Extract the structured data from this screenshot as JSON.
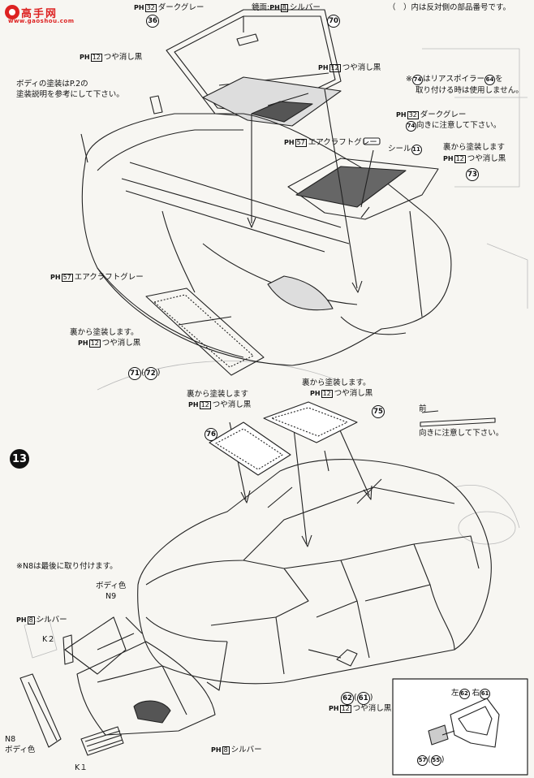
{
  "watermark": {
    "text": "高手网",
    "sub": "www.gaoshou.com"
  },
  "header_note": "（　）内は反対側の部品番号です。",
  "step_number": "13",
  "ph_prefix": "PH",
  "callouts": {
    "dark_gray_36": {
      "num": "36",
      "color_code": "32",
      "color_name": "ダークグレー"
    },
    "mirror_silver": {
      "prefix": "鏡面:",
      "color_code": "8",
      "color_name": "シルバー"
    },
    "part_70": "70",
    "matte_black_a": {
      "color_code": "12",
      "color_name": "つや消し黒"
    },
    "matte_black_b": {
      "color_code": "12",
      "color_name": "つや消し黒"
    },
    "paint_note": [
      "ボディの塗装はP.2の",
      "塗装説明を参考にして下さい。"
    ],
    "spoiler_note": {
      "prefix": "※",
      "part_a": "74",
      "mid": "はリアスポイラー",
      "part_b": "64",
      "suffix": "を",
      "line2": "取り付ける時は使用しません。"
    },
    "dark_gray_74": {
      "color_code": "32",
      "color_name": "ダークグレー",
      "num": "74",
      "line2": "向きに注意して下さい。"
    },
    "aircraft_gray_a": {
      "color_code": "57",
      "color_name": "エアクラフトグレー"
    },
    "seal_11": {
      "text": "シール",
      "num": "11"
    },
    "back_paint_73": {
      "text": "裏から塗装します",
      "color_code": "12",
      "color_name": "つや消し黒",
      "num": "73"
    },
    "aircraft_gray_b": {
      "color_code": "57",
      "color_name": "エアクラフトグレー"
    },
    "back_paint_71": {
      "text": "裏から塗装します。",
      "color_code": "12",
      "color_name": "つや消し黒",
      "num": "71",
      "num_opp": "72"
    },
    "back_paint_76": {
      "text": "裏から塗装します",
      "color_code": "12",
      "color_name": "つや消し黒",
      "num": "76"
    },
    "back_paint_75": {
      "text": "裏から塗装します。",
      "color_code": "12",
      "color_name": "つや消し黒",
      "num": "75"
    },
    "direction": {
      "front": "前",
      "note": "向きに注意して下さい。"
    },
    "n8_note": "※N8は最後に取り付けます。",
    "body_color_n9": {
      "text": "ボディ色",
      "code": "N9"
    },
    "silver_a": {
      "color_code": "8",
      "color_name": "シルバー"
    },
    "k2": "K２",
    "n8": {
      "code": "N8",
      "text": "ボディ色"
    },
    "k1": "K１",
    "silver_b": {
      "color_code": "8",
      "color_name": "シルバー"
    },
    "mirror_62": {
      "num": "62",
      "num_opp": "61",
      "color_code": "12",
      "color_name": "つや消し黒"
    }
  },
  "inset": {
    "left_label": "左",
    "left_num": "62",
    "right_label": "右",
    "right_num": "61",
    "bottom_num": "57",
    "bottom_num_opp": "55"
  }
}
